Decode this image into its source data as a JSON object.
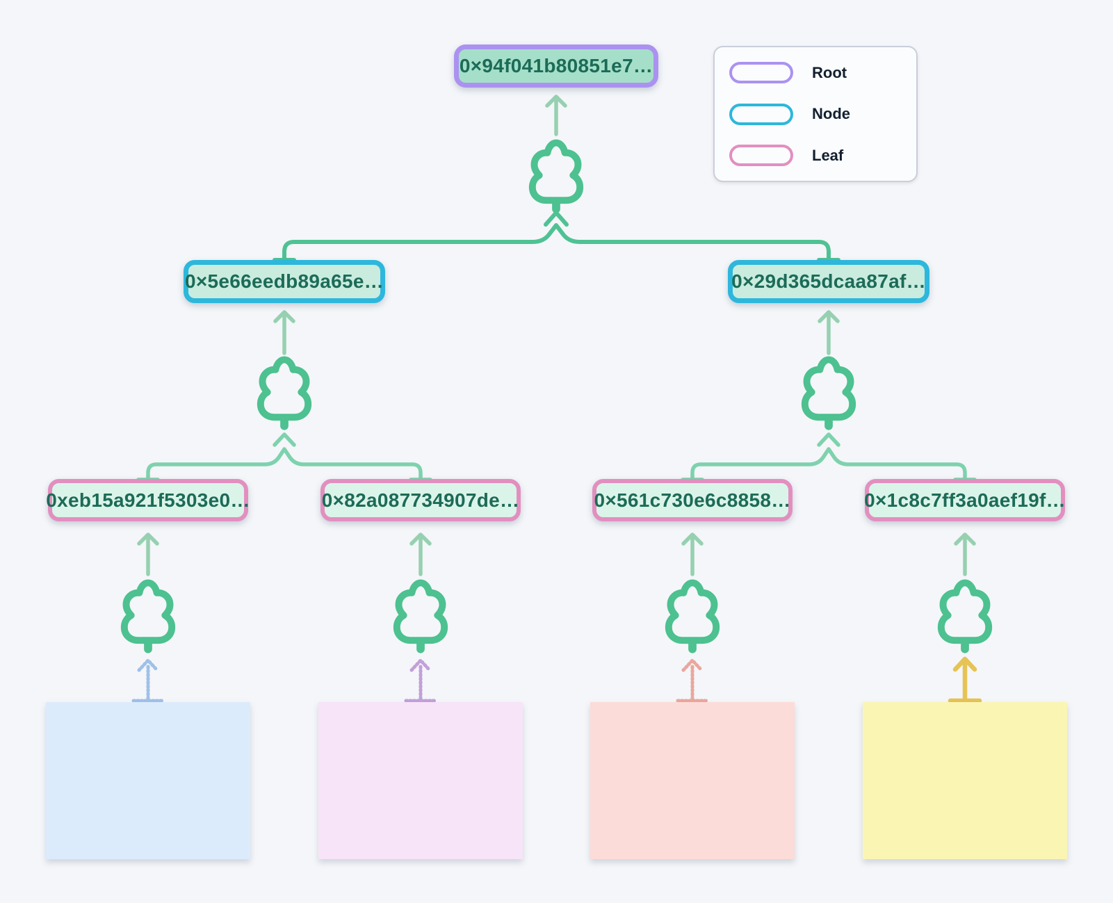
{
  "tree": {
    "root": {
      "label": "0×94f041b80851e7…",
      "border_color": "#ab92f0",
      "fill": "#a6dfc9"
    },
    "nodes": [
      {
        "label": "0×5e66eedb89a65e…"
      },
      {
        "label": "0×29d365dcaa87af…"
      }
    ],
    "leaves": [
      {
        "label": "0xeb15a921f5303e0…"
      },
      {
        "label": "0×82a087734907de…"
      },
      {
        "label": "0×561c730e6c8858…"
      },
      {
        "label": "0×1c8c7ff3a0aef19f…"
      }
    ],
    "data_blocks": [
      {
        "name": "data-block-1",
        "color": "#dcebfc",
        "arrow_color": "#9fc0e8",
        "arrow_style": "dotted"
      },
      {
        "name": "data-block-2",
        "color": "#f7e4f8",
        "arrow_color": "#c2a0d8",
        "arrow_style": "dotted"
      },
      {
        "name": "data-block-3",
        "color": "#fcdcd8",
        "arrow_color": "#e9a79e",
        "arrow_style": "dotted"
      },
      {
        "name": "data-block-4",
        "color": "#fbf5b4",
        "arrow_color": "#e6c355",
        "arrow_style": "solid"
      }
    ]
  },
  "legend": {
    "items": [
      {
        "label": "Root",
        "color": "#ab92f0"
      },
      {
        "label": "Node",
        "color": "#2db7dc"
      },
      {
        "label": "Leaf",
        "color": "#e28fc0"
      }
    ]
  },
  "colors": {
    "background": "#f4f6f9",
    "tree_icon_green": "#4dc190",
    "up_arrow_green": "#97d0b1",
    "connector_level1_green": "#4fc294",
    "connector_level2_green": "#7ed2ad",
    "hash_text": "#1c6b57",
    "node_fill_mint": "#c9ecdf",
    "leaf_fill_mint": "#dbf4e9",
    "legend_text": "#13202e"
  },
  "icons": {
    "tree": "tree-icon",
    "up_arrow": "up-arrow-icon",
    "branch": "branch-connector"
  }
}
